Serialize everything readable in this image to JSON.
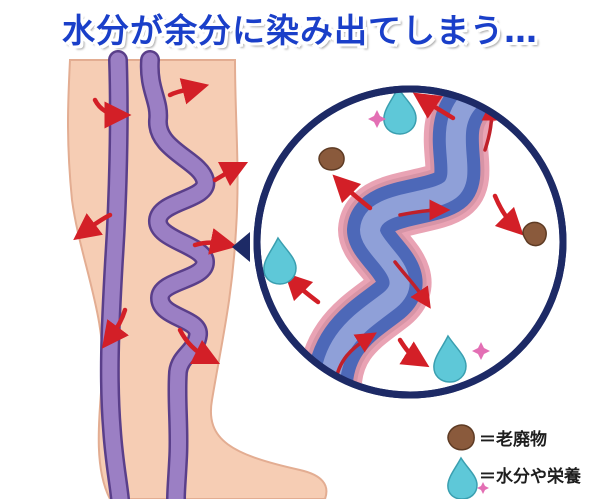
{
  "title": "水分が余分に染み出てしまう…",
  "legend": {
    "waste": {
      "label": "＝老廃物",
      "icon": "waste-particle-icon",
      "color": "#8a5a3c"
    },
    "water": {
      "label": "＝水分や栄養",
      "icon": "water-drop-icon",
      "color": "#5ec8d8"
    }
  },
  "colors": {
    "title": "#1a3fc9",
    "skin": "#f6cdb4",
    "vein": "#9b7fc4",
    "vessel_blue": "#4d68b8",
    "vessel_pink": "#e9a3b4",
    "arrow": "#d31f27",
    "circle_border": "#1d2a66"
  }
}
